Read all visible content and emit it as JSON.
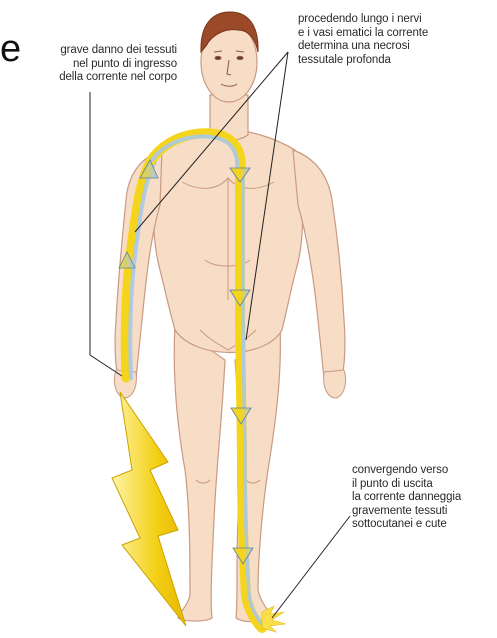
{
  "partial_text": "e",
  "annotations": {
    "entry": [
      "grave danno dei tessuti",
      "nel punto di ingresso",
      "della corrente nel corpo"
    ],
    "nerves": [
      "procedendo lungo i nervi",
      "e i vasi ematici la corrente",
      "determina una necrosi",
      "tessutale profonda"
    ],
    "exit": [
      "convergendo verso",
      "il punto di uscita",
      "la corrente danneggia",
      "gravemente tessuti",
      "sottocutanei e cute"
    ]
  },
  "colors": {
    "skin": "#f7dcc6",
    "skin_outline": "#c99a82",
    "hair": "#9a4a28",
    "current_yellow": "#f5d51b",
    "current_blue": "#a9c8e8",
    "lightning": "#f3cf15"
  }
}
